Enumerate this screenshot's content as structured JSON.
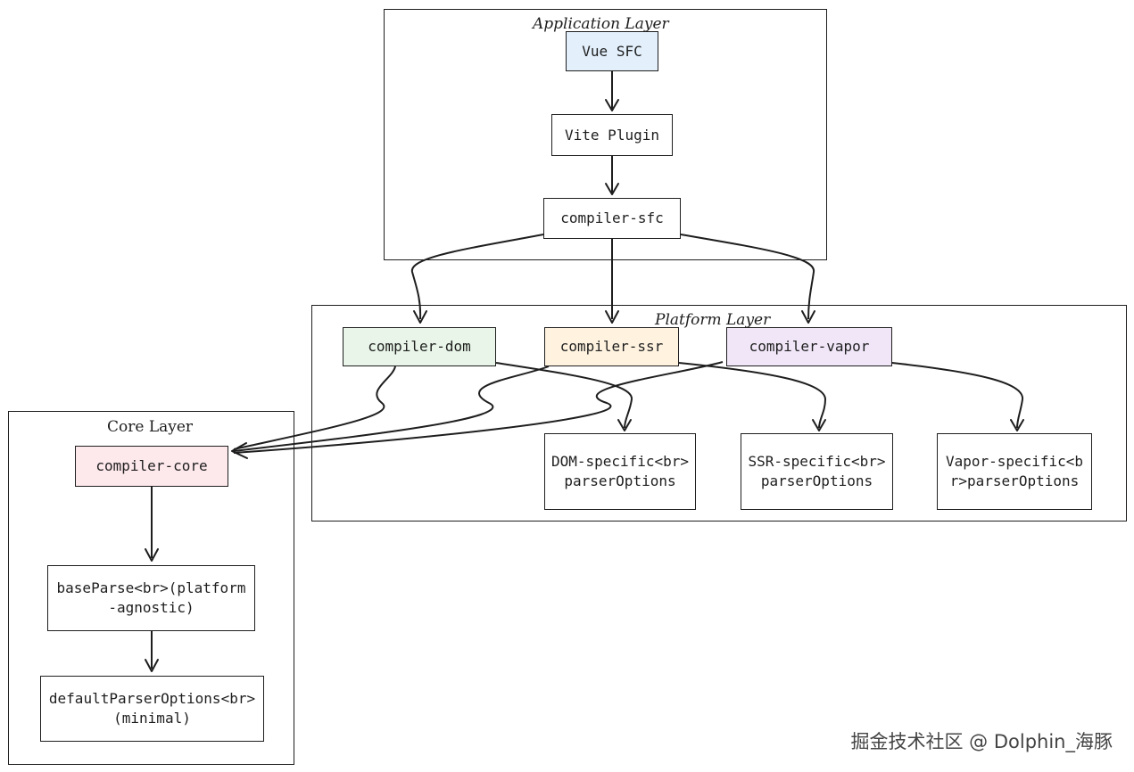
{
  "layers": {
    "application": "Application Layer",
    "platform": "Platform Layer",
    "core": "Core Layer"
  },
  "nodes": {
    "vue_sfc": "Vue SFC",
    "vite_plugin": "Vite Plugin",
    "compiler_sfc": "compiler-sfc",
    "compiler_dom": "compiler-dom",
    "compiler_ssr": "compiler-ssr",
    "compiler_vapor": "compiler-vapor",
    "dom_options": "DOM-specific<br>parserOptions",
    "ssr_options": "SSR-specific<br>parserOptions",
    "vapor_options": "Vapor-specific<br>parserOptions",
    "compiler_core": "compiler-core",
    "base_parse": "baseParse<br>(platform-agnostic)",
    "default_options": "defaultParserOptions<br>(minimal)"
  },
  "colors": {
    "vue_sfc": "#e3f0fc",
    "compiler_dom": "#e8f5e8",
    "compiler_ssr": "#fff3e0",
    "compiler_vapor": "#f0e6f8",
    "compiler_core": "#fde8ec",
    "stroke": "#1e1e1e"
  },
  "watermark": "掘金技术社区 @ Dolphin_海豚"
}
